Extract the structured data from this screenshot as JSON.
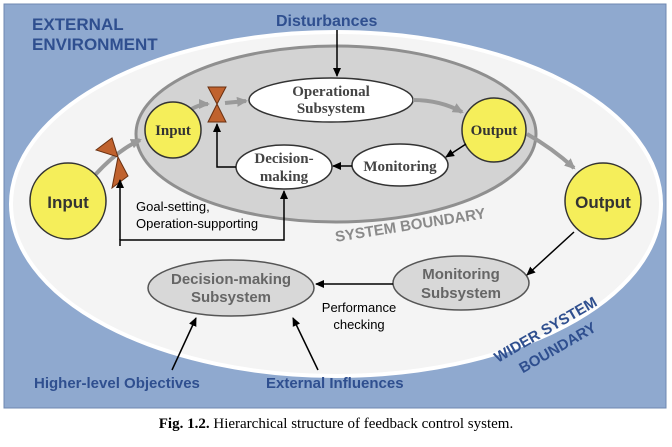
{
  "labels": {
    "external_environment_line1": "EXTERNAL",
    "external_environment_line2": "ENVIRONMENT",
    "disturbances": "Disturbances",
    "operational_line1": "Operational",
    "operational_line2": "Subsystem",
    "input_inner": "Input",
    "output_inner": "Output",
    "decision_inner_line1": "Decision-",
    "decision_inner_line2": "making",
    "monitoring_inner": "Monitoring",
    "input_outer": "Input",
    "output_outer": "Output",
    "system_boundary": "SYSTEM BOUNDARY",
    "goal_setting_line1": "Goal-setting,",
    "goal_setting_line2": "Operation-supporting",
    "decision_outer_line1": "Decision-making",
    "decision_outer_line2": "Subsystem",
    "monitoring_outer_line1": "Monitoring",
    "monitoring_outer_line2": "Subsystem",
    "performance_line1": "Performance",
    "performance_line2": "checking",
    "wider_boundary_line1": "WIDER SYSTEM",
    "wider_boundary_line2": "BOUNDARY",
    "higher_level": "Higher-level Objectives",
    "external_influences": "External Influences"
  },
  "caption": {
    "number": "Fig. 1.2.",
    "text": "Hierarchical structure of feedback control system."
  },
  "colors": {
    "background": "#8fa9cf",
    "outer_ellipse": "#f4f4f4",
    "inner_ellipse": "#d3d3d3",
    "yellow_node": "#f5ee5a",
    "label_blue": "#2f4f8f",
    "valve": "#c0622e",
    "arrow_gray": "#999999"
  }
}
